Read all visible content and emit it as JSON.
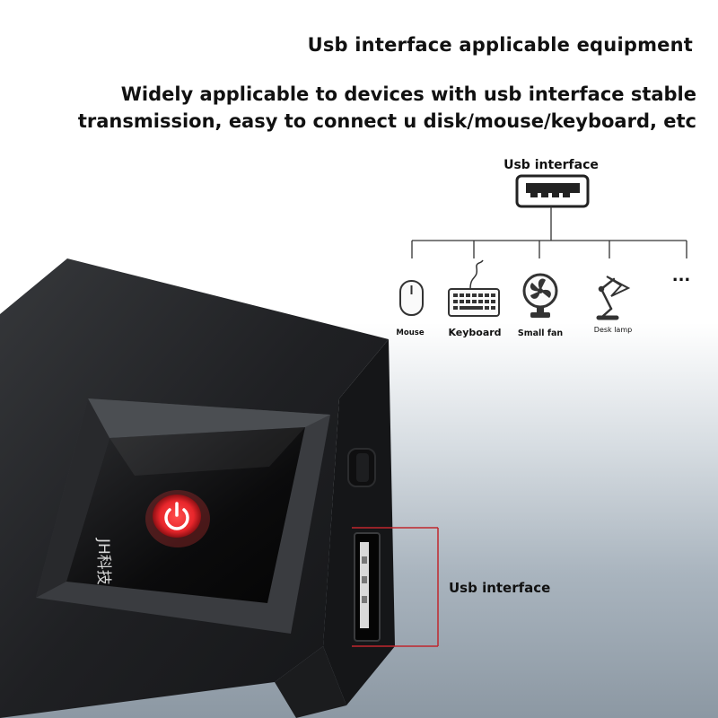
{
  "heading": {
    "title": "Usb interface applicable equipment",
    "subtitle": "Widely applicable to devices with usb interface stable transmission, easy to connect u disk/mouse/keyboard, etc"
  },
  "diagram": {
    "root_label": "Usb interface",
    "root_icon": "usb-port-icon",
    "devices": [
      {
        "label": "Mouse",
        "icon": "mouse-icon"
      },
      {
        "label": "Keyboard",
        "icon": "keyboard-icon"
      },
      {
        "label": "Small fan",
        "icon": "fan-icon"
      },
      {
        "label": "Desk lamp",
        "icon": "desk-lamp-icon"
      },
      {
        "label": "...",
        "icon": "ellipsis-icon"
      }
    ]
  },
  "product": {
    "brand_mark": "JH科技",
    "callout_label": "Usb interface",
    "power_icon": "power-icon",
    "colors": {
      "body": "#1c1d1f",
      "power_button": "#e8262b",
      "callout_line": "#c0272d"
    }
  }
}
